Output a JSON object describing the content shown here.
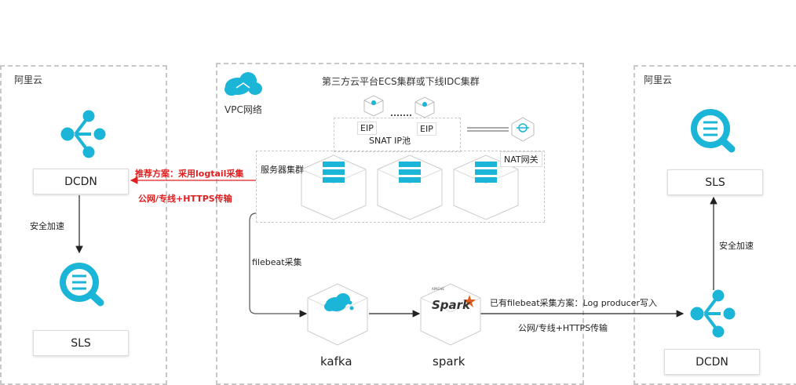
{
  "left_region": {
    "title": "阿里云",
    "dcdn_label": "DCDN",
    "sls_label": "SLS",
    "accel_label": "安全加速"
  },
  "center_region": {
    "title": "第三方云平台ECS集群或下线IDC集群",
    "vpc_label": "VPC网络",
    "eip1_label": "EIP",
    "eip2_label": "EIP",
    "snat_label": "SNAT IP池",
    "nat_label": "NAT网关",
    "server_cluster_label": "服务器集群",
    "filebeat_label": "filebeat采集",
    "kafka_label": "kafka",
    "spark_label": "spark",
    "spark_logo_text": "Spark",
    "spark_logo_small": "APACHE"
  },
  "right_region": {
    "title": "阿里云",
    "sls_label": "SLS",
    "dcdn_label": "DCDN",
    "accel_label": "安全加速"
  },
  "edges": {
    "recommend_label": "推荐方案：采用logtail采集",
    "left_transport_label": "公网/专线+HTTPS传输",
    "existing_label": "已有filebeat采集方案：Log producer写入",
    "right_transport_label": "公网/专线+HTTPS传输"
  },
  "colors": {
    "accent": "#1bb5d8",
    "red": "#e02020",
    "dash": "#c8c8c8"
  }
}
